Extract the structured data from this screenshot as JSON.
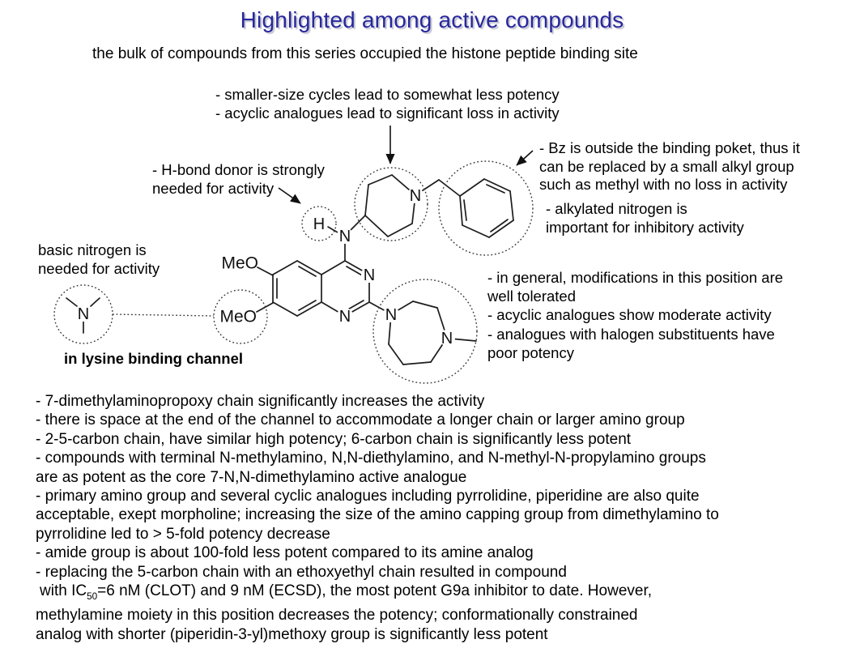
{
  "slide": {
    "title": "Highlighted among active compounds",
    "subtitle": "the bulk of compounds from this series occupied the histone peptide binding site"
  },
  "annotations": {
    "cycles": {
      "line1": "- smaller-size cycles lead to somewhat less potency",
      "line2": "- acyclic analogues lead to significant loss in activity"
    },
    "hbond": {
      "line1": "- H-bond donor is strongly",
      "line2": "needed for activity"
    },
    "bz": {
      "line1": "- Bz is outside the binding poket, thus it",
      "line2": "can be replaced by a small alkyl group",
      "line3": "such as methyl with no loss in activity"
    },
    "alkylated": {
      "line1": "- alkylated nitrogen is",
      "line2": "important for inhibitory activity"
    },
    "basic_nitrogen": {
      "line1": "basic nitrogen is",
      "line2": "needed for activity"
    },
    "lysine_channel": "in lysine binding channel",
    "position2": {
      "line1": "- in general, modifications in this position are",
      "line2": "well tolerated",
      "line3": "- acyclic analogues show moderate activity",
      "line4": "- analogues with halogen substituents have",
      "line5": "poor potency"
    }
  },
  "structure_labels": {
    "h_donor": "H",
    "nh_nitrogen": "N",
    "ring_n3": "N",
    "ring_n1": "N",
    "piperidine_n": "N",
    "diazepane_n1": "N",
    "diazepane_n4": "N",
    "basic_n": "N",
    "methoxy_upper": "MeO",
    "methoxy_lower": "MeO"
  },
  "sar_notes": {
    "line1": "- 7-dimethylaminopropoxy chain significantly increases the activity",
    "line2": "- there is space at the end of the channel to accommodate a longer chain or larger amino group",
    "line3": "- 2-5-carbon chain, have similar high potency; 6-carbon chain is significantly less potent",
    "line4": "- compounds with terminal N-methylamino, N,N-diethylamino, and N-methyl-N-propylamino groups",
    "line5": "are as potent as the core 7-N,N-dimethylamino active analogue",
    "line6": "- primary amino group and several cyclic analogues including pyrrolidine, piperidine are also quite",
    "line7": "acceptable, exept morpholine; increasing the size of the amino capping group from dimethylamino to",
    "line8": "pyrrolidine led to > 5-fold potency decrease",
    "line9": "- amide group is about 100-fold less potent compared to its amine analog",
    "line10": "- replacing the 5-carbon chain with an ethoxyethyl chain resulted in compound",
    "line11_prefix": "with IC",
    "line11_sub": "50",
    "line11_suffix": "=6 nM (CLOT) and 9 nM (ECSD), the most potent G9a inhibitor to date. However,",
    "line12": "methylamine moiety in this position decreases the potency; conformationally constrained",
    "line13": "analog with shorter (piperidin-3-yl)methoxy group is significantly less potent"
  },
  "colors": {
    "title_blue": "#28289B",
    "text_black": "#000000"
  }
}
